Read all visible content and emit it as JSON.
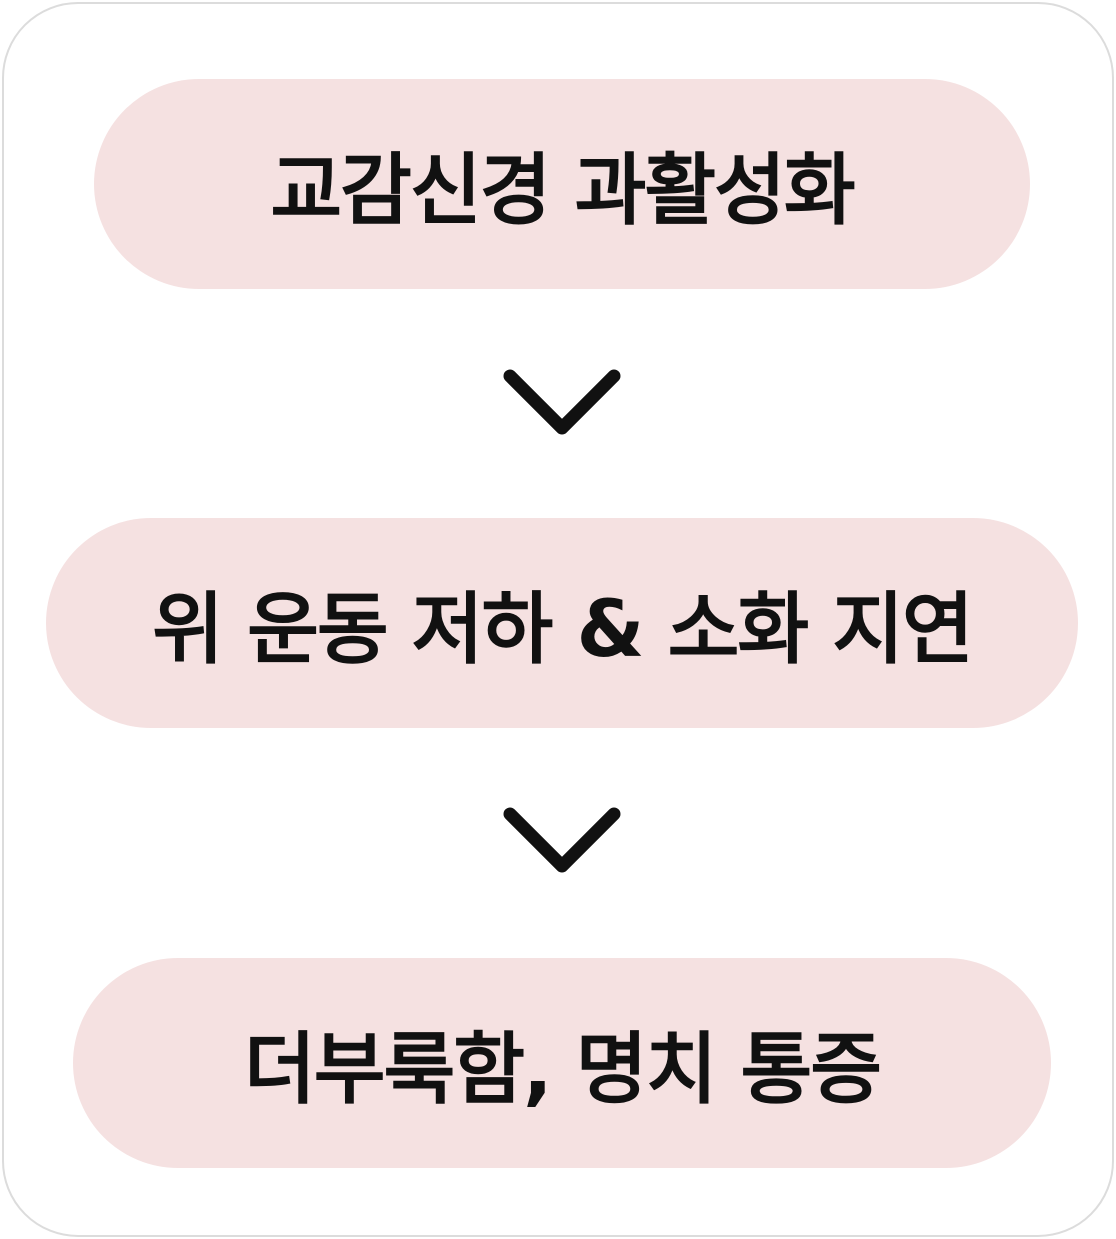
{
  "colors": {
    "step_fill": "#f5e1e1",
    "arrow": "#111111",
    "border": "#dcdcdc"
  },
  "steps": [
    {
      "label": "교감신경 과활성화"
    },
    {
      "label": "위 운동 저하 & 소화 지연"
    },
    {
      "label": "더부룩함, 명치 통증"
    }
  ],
  "connectors": [
    {
      "icon": "chevron-down-icon"
    },
    {
      "icon": "chevron-down-icon"
    }
  ]
}
